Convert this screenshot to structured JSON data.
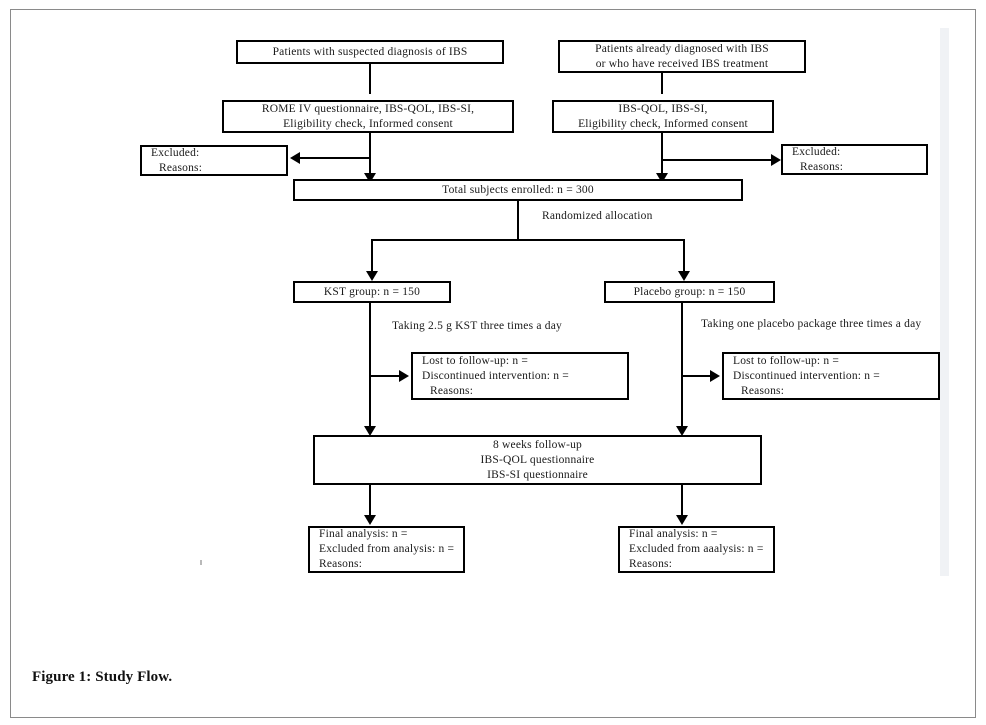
{
  "caption": "Figure 1: Study Flow.",
  "flowchart": {
    "title": "Study Flow",
    "type": "flowchart",
    "nodes": {
      "suspected": {
        "id": "suspected",
        "lines": [
          "Patients with suspected diagnosis of IBS"
        ]
      },
      "already_diagnosed": {
        "id": "already_diagnosed",
        "lines": [
          "Patients already diagnosed with IBS",
          "or who have received IBS treatment"
        ]
      },
      "screening_left": {
        "id": "screening_left",
        "lines": [
          "ROME IV questionnaire,  IBS-QOL, IBS-SI,",
          "Eligibility check, Informed consent"
        ]
      },
      "screening_right": {
        "id": "screening_right",
        "lines": [
          "IBS-QOL, IBS-SI,",
          "Eligibility check, Informed consent"
        ]
      },
      "excluded_left": {
        "id": "excluded_left",
        "lines": [
          "Excluded:",
          "Reasons:"
        ]
      },
      "excluded_right": {
        "id": "excluded_right",
        "lines": [
          "Excluded:",
          "Reasons:"
        ]
      },
      "enrolled": {
        "id": "enrolled",
        "lines": [
          "Total subjects enrolled: n = 300"
        ]
      },
      "kst_group": {
        "id": "kst_group",
        "lines": [
          "KST group:  n = 150"
        ]
      },
      "placebo_group": {
        "id": "placebo_group",
        "lines": [
          "Placebo group:  n = 150"
        ]
      },
      "lost_left": {
        "id": "lost_left",
        "lines": [
          "Lost to follow-up: n =",
          "Discontinued intervention: n =",
          "Reasons:"
        ]
      },
      "lost_right": {
        "id": "lost_right",
        "lines": [
          "Lost to follow-up: n =",
          "Discontinued intervention: n =",
          "Reasons:"
        ]
      },
      "followup": {
        "id": "followup",
        "lines": [
          "8 weeks follow-up",
          "IBS-QOL questionnaire",
          "IBS-SI questionnaire"
        ]
      },
      "final_left": {
        "id": "final_left",
        "lines": [
          "Final analysis:  n =",
          "Excluded from analysis: n =",
          "Reasons:"
        ]
      },
      "final_right": {
        "id": "final_right",
        "lines": [
          "Final analysis:  n =",
          "Excluded from aaalysis: n =",
          "Reasons:"
        ]
      }
    },
    "annotations": {
      "randomization": "Randomized allocation",
      "kst_dosing": "Taking 2.5 g KST three times a day",
      "placebo_dosing": "Taking one placebo package three times a day"
    }
  },
  "colors": {
    "line": "#000000",
    "text": "#1a1a1a",
    "page_border": "#8a8a8a",
    "background": "#ffffff"
  }
}
